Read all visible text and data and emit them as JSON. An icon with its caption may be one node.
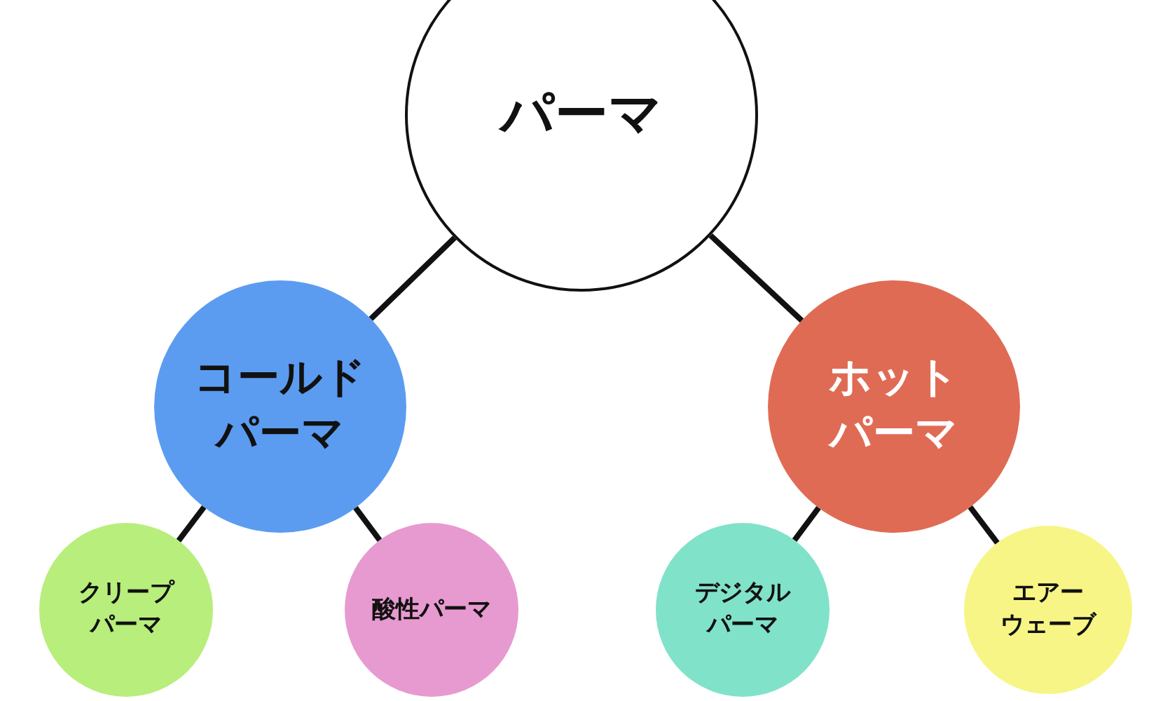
{
  "diagram": {
    "nodes": [
      {
        "text": [
          "パーマ"
        ]
      },
      {
        "text": [
          "コールドパーマ"
        ]
      },
      {
        "text": [
          "ホットパーマ"
        ]
      },
      {
        "text": [
          "クリープパーマ"
        ]
      },
      {
        "text": [
          "酸性パーマ"
        ]
      },
      {
        "text": [
          "デジタルパーマ"
        ]
      },
      {
        "text": [
          "エアーウェーブ"
        ]
      }
    ],
    "edges": [
      {
        "from": 0,
        "to": 1,
        "arrow": "none"
      },
      {
        "from": 0,
        "to": 2,
        "arrow": "none"
      },
      {
        "from": 1,
        "to": 3,
        "arrow": "none"
      },
      {
        "from": 1,
        "to": 4,
        "arrow": "none"
      },
      {
        "from": 2,
        "to": 5,
        "arrow": "none"
      },
      {
        "from": 2,
        "to": 6,
        "arrow": "none"
      }
    ]
  }
}
